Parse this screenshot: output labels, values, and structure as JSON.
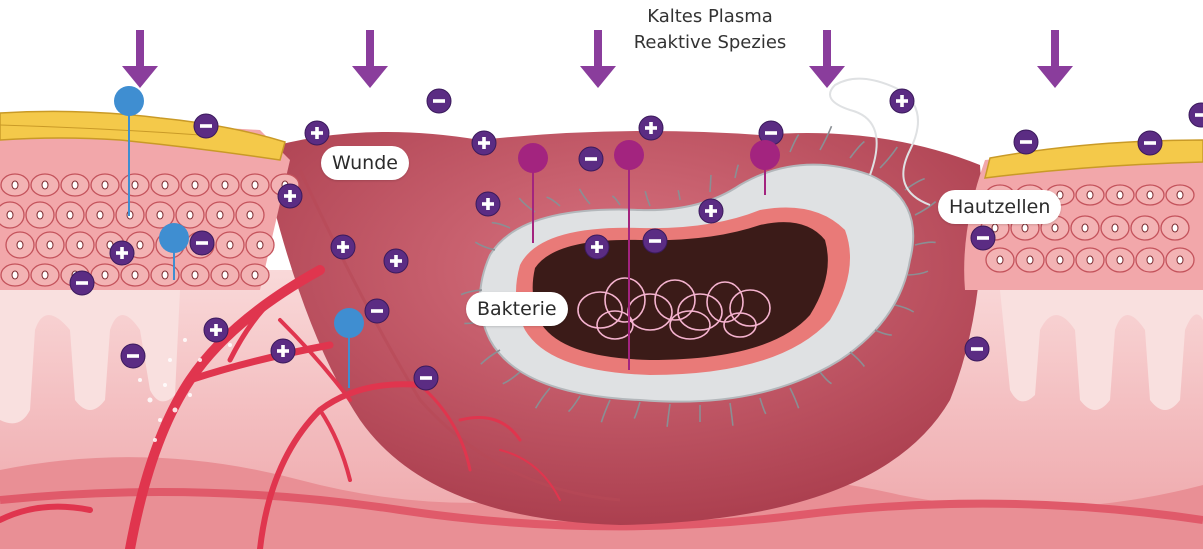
{
  "title": {
    "line1": "Kaltes Plasma",
    "line2": "Reaktive Spezies"
  },
  "labels": {
    "wound": "Wunde",
    "bacterium": "Bakterie",
    "skin_cells": "Hautzellen"
  },
  "colors": {
    "arrow": "#8a3d9c",
    "ion": "#5b2c83",
    "skin_top": "#f4c94a",
    "skin_cell": "#f3b3b4",
    "dermis": "#f6cfcf",
    "wound": "#c2525f",
    "blood_vessel": "#e0354e",
    "bacterium_shell": "#dfe1e3",
    "bacterium_inner": "#3b1b18",
    "dna": "#f5b3cf",
    "marker_blue": "#3f8ed1",
    "marker_magenta": "#a3247f"
  },
  "icons": [
    "arrow-down-icon",
    "plus-ion-icon",
    "minus-ion-icon",
    "marker-pin-icon"
  ]
}
